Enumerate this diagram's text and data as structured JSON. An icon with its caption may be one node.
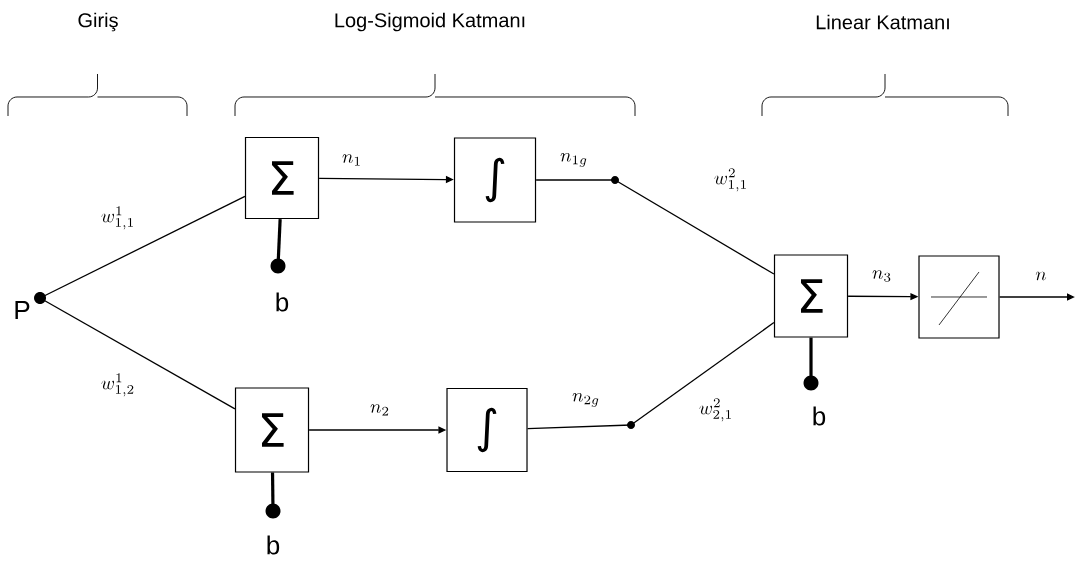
{
  "diagram": {
    "nodes": [
      {
        "text": [],
        "shape": "circle",
        "beside": [
          "P"
        ]
      },
      {
        "text": [
          "Σ"
        ]
      },
      {
        "text": [
          "∫"
        ]
      },
      {
        "text": [],
        "shape": "circle"
      },
      {
        "text": [
          "Σ"
        ]
      },
      {
        "text": [
          "∫"
        ]
      },
      {
        "text": [],
        "shape": "circle"
      },
      {
        "text": [
          "Σ"
        ]
      },
      {
        "text": [],
        "shape": "box"
      },
      {
        "text": [],
        "shape": "circle",
        "beside": [
          "b"
        ]
      },
      {
        "text": [],
        "shape": "circle",
        "beside": [
          "b"
        ]
      },
      {
        "text": [],
        "shape": "circle",
        "beside": [
          "b"
        ]
      }
    ],
    "edges": [
      {
        "from": 0,
        "to": 1,
        "arrow": "none",
        "label": "w^{1}_{1,1}"
      },
      {
        "from": 0,
        "to": 4,
        "arrow": "none",
        "label": "w^{1}_{1,2}"
      },
      {
        "from": 1,
        "to": 2,
        "arrow": "to",
        "label": "n_{1}"
      },
      {
        "from": 4,
        "to": 5,
        "arrow": "to",
        "label": "n_{2}"
      },
      {
        "from": 2,
        "to": 3,
        "arrow": "none",
        "label": "n_{1g}"
      },
      {
        "from": 5,
        "to": 6,
        "arrow": "none",
        "label": "n_{2g}"
      },
      {
        "from": 3,
        "to": 7,
        "arrow": "none",
        "label": "w^{2}_{1,1}"
      },
      {
        "from": 6,
        "to": 7,
        "arrow": "none",
        "label": "w^{2}_{2,1}"
      },
      {
        "from": 7,
        "to": 8,
        "arrow": "to",
        "label": "n_{3}"
      },
      {
        "from": 8,
        "to": null,
        "arrow": "to",
        "label": "n"
      },
      {
        "from": 1,
        "to": 9,
        "arrow": "none",
        "style": "thick"
      },
      {
        "from": 4,
        "to": 10,
        "arrow": "none",
        "style": "thick"
      },
      {
        "from": 7,
        "to": 11,
        "arrow": "none",
        "style": "thick"
      }
    ],
    "labels": [
      "Giriş",
      "Log-Sigmoid Katmanı",
      "Linear Katmanı"
    ]
  }
}
